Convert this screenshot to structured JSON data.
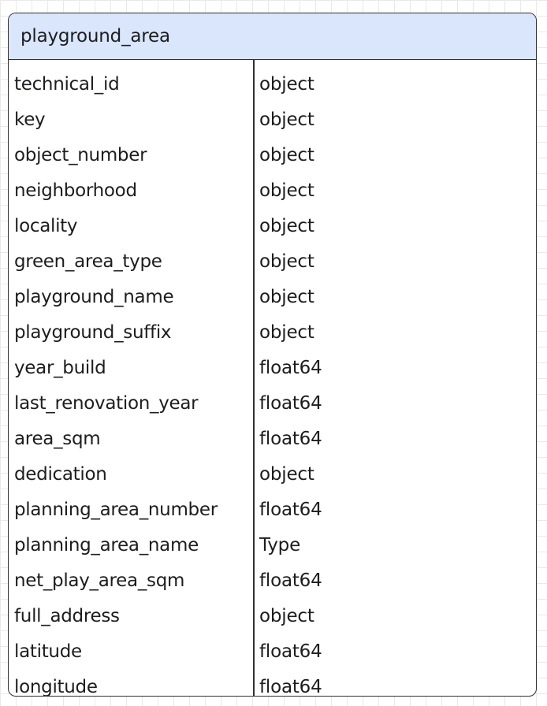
{
  "entity": {
    "title": "playground_area",
    "fields": [
      {
        "name": "technical_id",
        "type": "object"
      },
      {
        "name": "key",
        "type": "object"
      },
      {
        "name": "object_number",
        "type": "object"
      },
      {
        "name": "neighborhood",
        "type": "object"
      },
      {
        "name": "locality",
        "type": "object"
      },
      {
        "name": "green_area_type",
        "type": "object"
      },
      {
        "name": "playground_name",
        "type": "object"
      },
      {
        "name": "playground_suffix",
        "type": "object"
      },
      {
        "name": "year_build",
        "type": "float64"
      },
      {
        "name": "last_renovation_year",
        "type": "float64"
      },
      {
        "name": "area_sqm",
        "type": "float64"
      },
      {
        "name": "dedication",
        "type": "object"
      },
      {
        "name": "planning_area_number",
        "type": "float64"
      },
      {
        "name": "planning_area_name",
        "type": "Type"
      },
      {
        "name": "net_play_area_sqm",
        "type": "float64"
      },
      {
        "name": "full_address",
        "type": "object"
      },
      {
        "name": "latitude",
        "type": "float64"
      },
      {
        "name": "longitude",
        "type": "float64"
      }
    ]
  }
}
